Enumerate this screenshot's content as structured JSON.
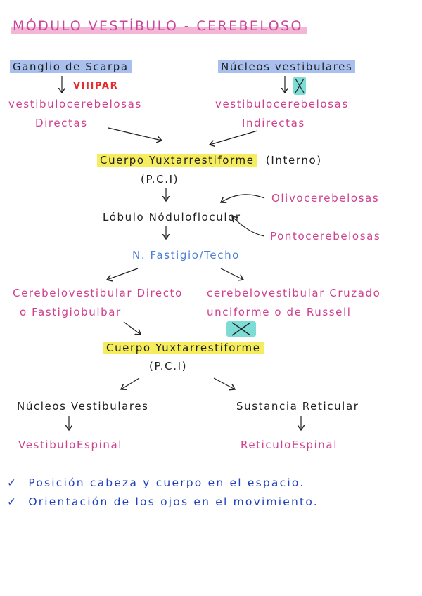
{
  "title": "MÓDULO VESTÍBULO - CEREBELOSO",
  "left_top": {
    "origin": "Ganglio de Scarpa",
    "nerve": "VIIIPAR",
    "fibers_line1": "vestibulocerebelosas",
    "fibers_line2": "Directas"
  },
  "right_top": {
    "origin": "Núcleos vestibulares",
    "fibers_line1": "vestibulocerebelosas",
    "fibers_line2": "Indirectas"
  },
  "peduncle1": {
    "name": "Cuerpo Yuxtarrestiforme",
    "note": "(Interno)",
    "abbr": "(P.C.I)"
  },
  "afferents": {
    "a": "Olivocerebelosas",
    "b": "Pontocerebelosas"
  },
  "lobe": "Lóbulo Nódulofloculor",
  "nucleus": "N. Fastigio/Techo",
  "efferent_left": {
    "line1": "Cerebelovestibular Directo",
    "line2": "o Fastigiobulbar"
  },
  "efferent_right": {
    "line1": "cerebelovestibular Cruzado",
    "line2": "unciforme o de Russell"
  },
  "peduncle2": {
    "name": "Cuerpo Yuxtarrestiforme",
    "abbr": "(P.C.I)"
  },
  "targets": {
    "left": {
      "name": "Núcleos Vestibulares",
      "tract": "VestibuloEspinal"
    },
    "right": {
      "name": "Sustancia Reticular",
      "tract": "ReticuloEspinal"
    }
  },
  "notes": [
    {
      "check": "✓",
      "text": "Posición cabeza y cuerpo en el espacio."
    },
    {
      "check": "✓",
      "text": "Orientación de los ojos en el movimiento."
    }
  ],
  "colors": {
    "pink": "#cf3f8c",
    "red": "#e52b2b",
    "blue_highlight": "#a9c0ee",
    "yellow_highlight": "#f5ec5e",
    "cyan_cross": "#7edcd6",
    "navy": "#1f3fbf",
    "light_blue": "#4a7fd6"
  }
}
